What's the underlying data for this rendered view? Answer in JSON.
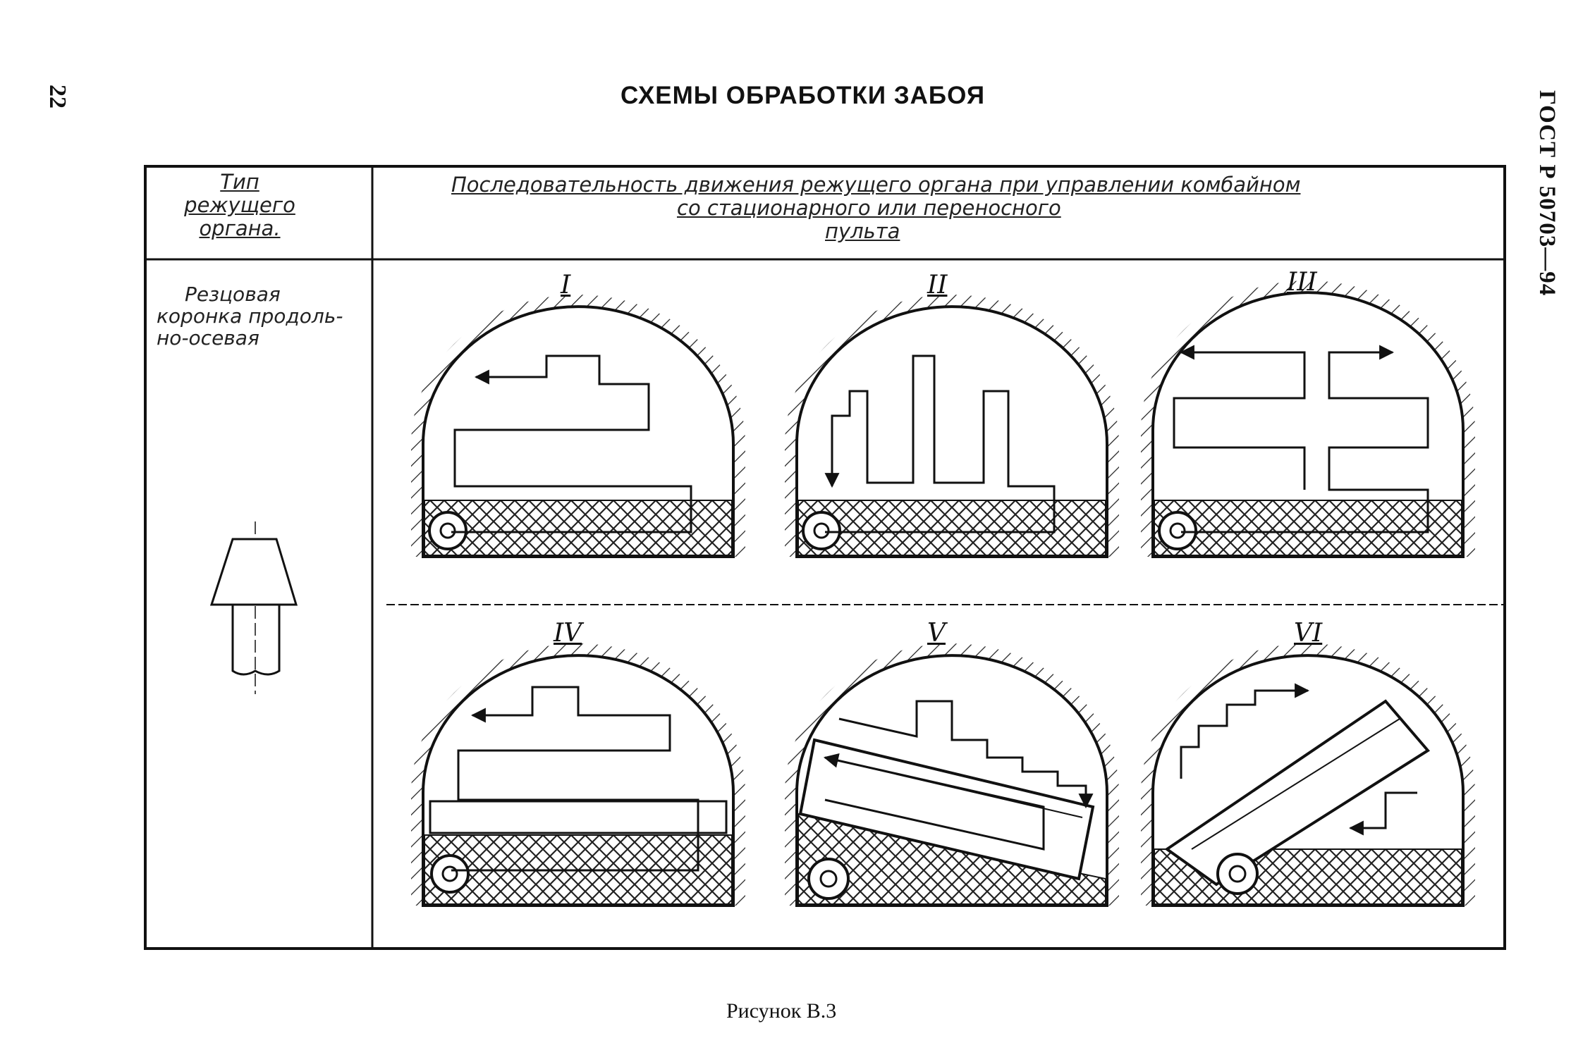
{
  "page_number": "22",
  "title": "СХЕМЫ ОБРАБОТКИ ЗАБОЯ",
  "standard_code": "ГОСТ Р 50703—94",
  "table": {
    "header_type": [
      "Тип",
      "режущего",
      "органа."
    ],
    "header_sequence": [
      "Последовательность движения режущего органа при управлении комбайном",
      "со стационарного или переносного",
      "пульта"
    ],
    "cutter_type": [
      "Резцовая",
      "коронка продоль-",
      "но-осевая"
    ]
  },
  "schemes": [
    "I",
    "II",
    "III",
    "IV",
    "V",
    "VI"
  ],
  "caption": "Рисунок В.3"
}
